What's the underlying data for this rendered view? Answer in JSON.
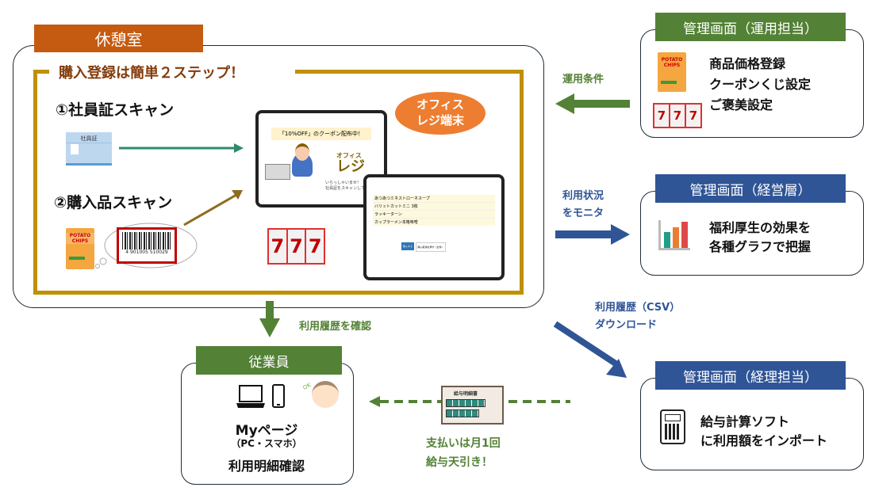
{
  "lounge": {
    "title": "休憩室",
    "steps_heading": "購入登録は簡単２ステップ！",
    "step1": "①社員証スキャン",
    "step2": "②購入品スキャン",
    "id_card_label": "社員証",
    "barcode_number": "4 901005 510029",
    "terminal_badge": [
      "オフィス",
      "レジ端末"
    ],
    "tablet1": {
      "coupon_banner": "「10%OFF」のクーポン配布中！",
      "logo_top": "オフィス",
      "logo_main": "レジ",
      "greeting": [
        "いらっしゃいませ！",
        "社員証をスキャンしてください"
      ]
    },
    "tablet2": {
      "rows": [
        "あつあつミネストローネスープ",
        "バリットカットミニ 3枚",
        "ラッキーターン",
        "カップラーメン本格味噌"
      ],
      "buy_button": "購入する",
      "cancel_button": "購入取消を押す（全件）"
    },
    "chips_label": [
      "POTATO",
      "CHIPS"
    ]
  },
  "admin_ops": {
    "title": "管理画面（運用担当）",
    "lines": [
      "商品価格登録",
      "クーポンくじ設定",
      "ご褒美設定"
    ],
    "arrow_label": "運用条件"
  },
  "admin_mgmt": {
    "title": "管理画面（経営層）",
    "lines": [
      "福利厚生の効果を",
      "各種グラフで把握"
    ],
    "arrow_label": [
      "利用状況",
      "をモニタ"
    ]
  },
  "admin_acct": {
    "title": "管理画面（経理担当）",
    "lines": [
      "給与計算ソフト",
      "に利用額をインポート"
    ],
    "arrow_label": [
      "利用履歴（CSV）",
      "ダウンロード"
    ]
  },
  "employee": {
    "title": "従業員",
    "mypage": "Myページ",
    "devices": "（PC・スマホ）",
    "detail": "利用明細確認",
    "arrow_label": "利用履歴を確認",
    "ok_label": "OK"
  },
  "payroll": {
    "slip_title": "給与明細書",
    "lines": [
      "支払いは月1回",
      "給与天引き！"
    ]
  },
  "colors": {
    "green": "#538135",
    "blue": "#2f5597",
    "orange": "#c55a11",
    "gold": "#bf9000",
    "badge_orange": "#ed7d31"
  }
}
